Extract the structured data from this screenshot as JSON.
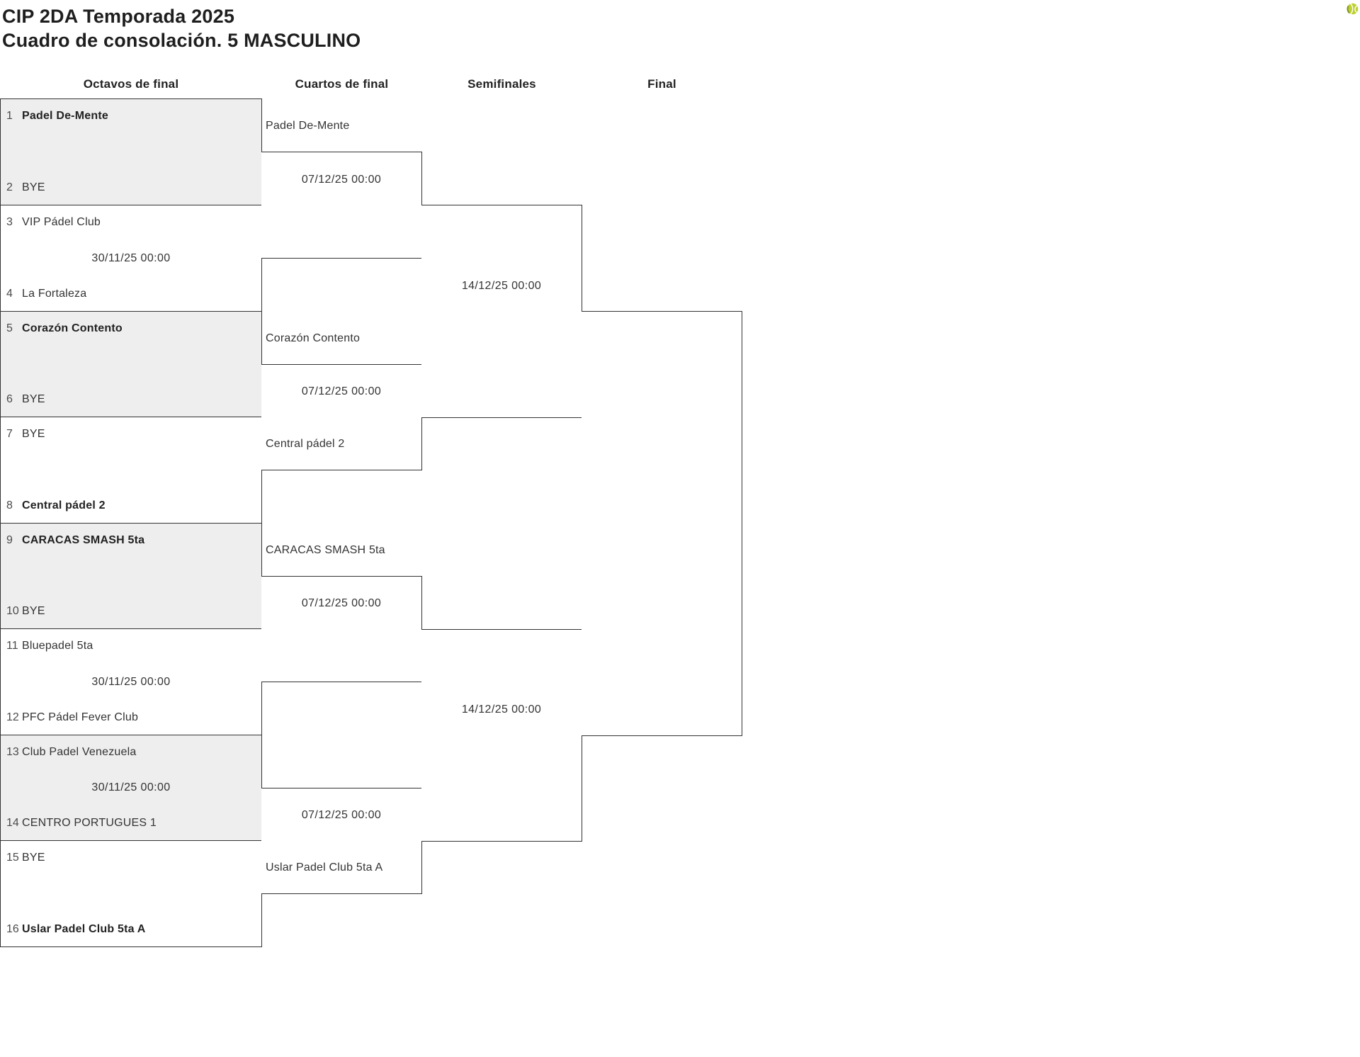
{
  "title": {
    "line1": "CIP 2DA Temporada 2025",
    "line2": "Cuadro de consolación. 5 MASCULINO"
  },
  "rounds": [
    {
      "label": "Octavos de final"
    },
    {
      "label": "Cuartos de final"
    },
    {
      "label": "Semifinales"
    },
    {
      "label": "Final"
    }
  ],
  "bracket": {
    "octavos": [
      {
        "date": "",
        "top": {
          "seed": "1",
          "name": "Padel De-Mente",
          "advanced": true
        },
        "bottom": {
          "seed": "2",
          "name": "BYE"
        }
      },
      {
        "date": "30/11/25 00:00",
        "top": {
          "seed": "3",
          "name": "VIP Pádel Club"
        },
        "bottom": {
          "seed": "4",
          "name": "La Fortaleza"
        }
      },
      {
        "date": "",
        "top": {
          "seed": "5",
          "name": "Corazón Contento",
          "advanced": true
        },
        "bottom": {
          "seed": "6",
          "name": "BYE"
        }
      },
      {
        "date": "",
        "top": {
          "seed": "7",
          "name": "BYE"
        },
        "bottom": {
          "seed": "8",
          "name": "Central pádel 2",
          "advanced": true
        }
      },
      {
        "date": "",
        "top": {
          "seed": "9",
          "name": "CARACAS SMASH 5ta",
          "advanced": true
        },
        "bottom": {
          "seed": "10",
          "name": "BYE"
        }
      },
      {
        "date": "30/11/25 00:00",
        "top": {
          "seed": "11",
          "name": "Bluepadel 5ta"
        },
        "bottom": {
          "seed": "12",
          "name": "PFC Pádel Fever Club"
        }
      },
      {
        "date": "30/11/25 00:00",
        "top": {
          "seed": "13",
          "name": "Club Padel Venezuela"
        },
        "bottom": {
          "seed": "14",
          "name": "CENTRO PORTUGUES 1"
        }
      },
      {
        "date": "",
        "top": {
          "seed": "15",
          "name": "BYE"
        },
        "bottom": {
          "seed": "16",
          "name": "Uslar Padel Club 5ta A",
          "advanced": true
        }
      }
    ],
    "cuartos": [
      {
        "date": "07/12/25 00:00",
        "top": "Padel De-Mente",
        "bottom": ""
      },
      {
        "date": "07/12/25 00:00",
        "top": "Corazón Contento",
        "bottom": "Central pádel 2"
      },
      {
        "date": "07/12/25 00:00",
        "top": "CARACAS SMASH 5ta",
        "bottom": ""
      },
      {
        "date": "07/12/25 00:00",
        "top": "",
        "bottom": "Uslar Padel Club 5ta A"
      }
    ],
    "semifinales": [
      {
        "date": "14/12/25 00:00",
        "top": "",
        "bottom": ""
      },
      {
        "date": "14/12/25 00:00",
        "top": "",
        "bottom": ""
      }
    ],
    "final": [
      {
        "date": "",
        "top": "",
        "bottom": ""
      }
    ]
  },
  "icons": {
    "ball": "tennis-ball"
  },
  "colors": {
    "shaded_match_bg": "#eeeeee",
    "border": "#333333",
    "text": "#333333",
    "ball_body": "#bdd030",
    "ball_shadow": "#7d8c26",
    "ball_seam": "#ffffff"
  }
}
